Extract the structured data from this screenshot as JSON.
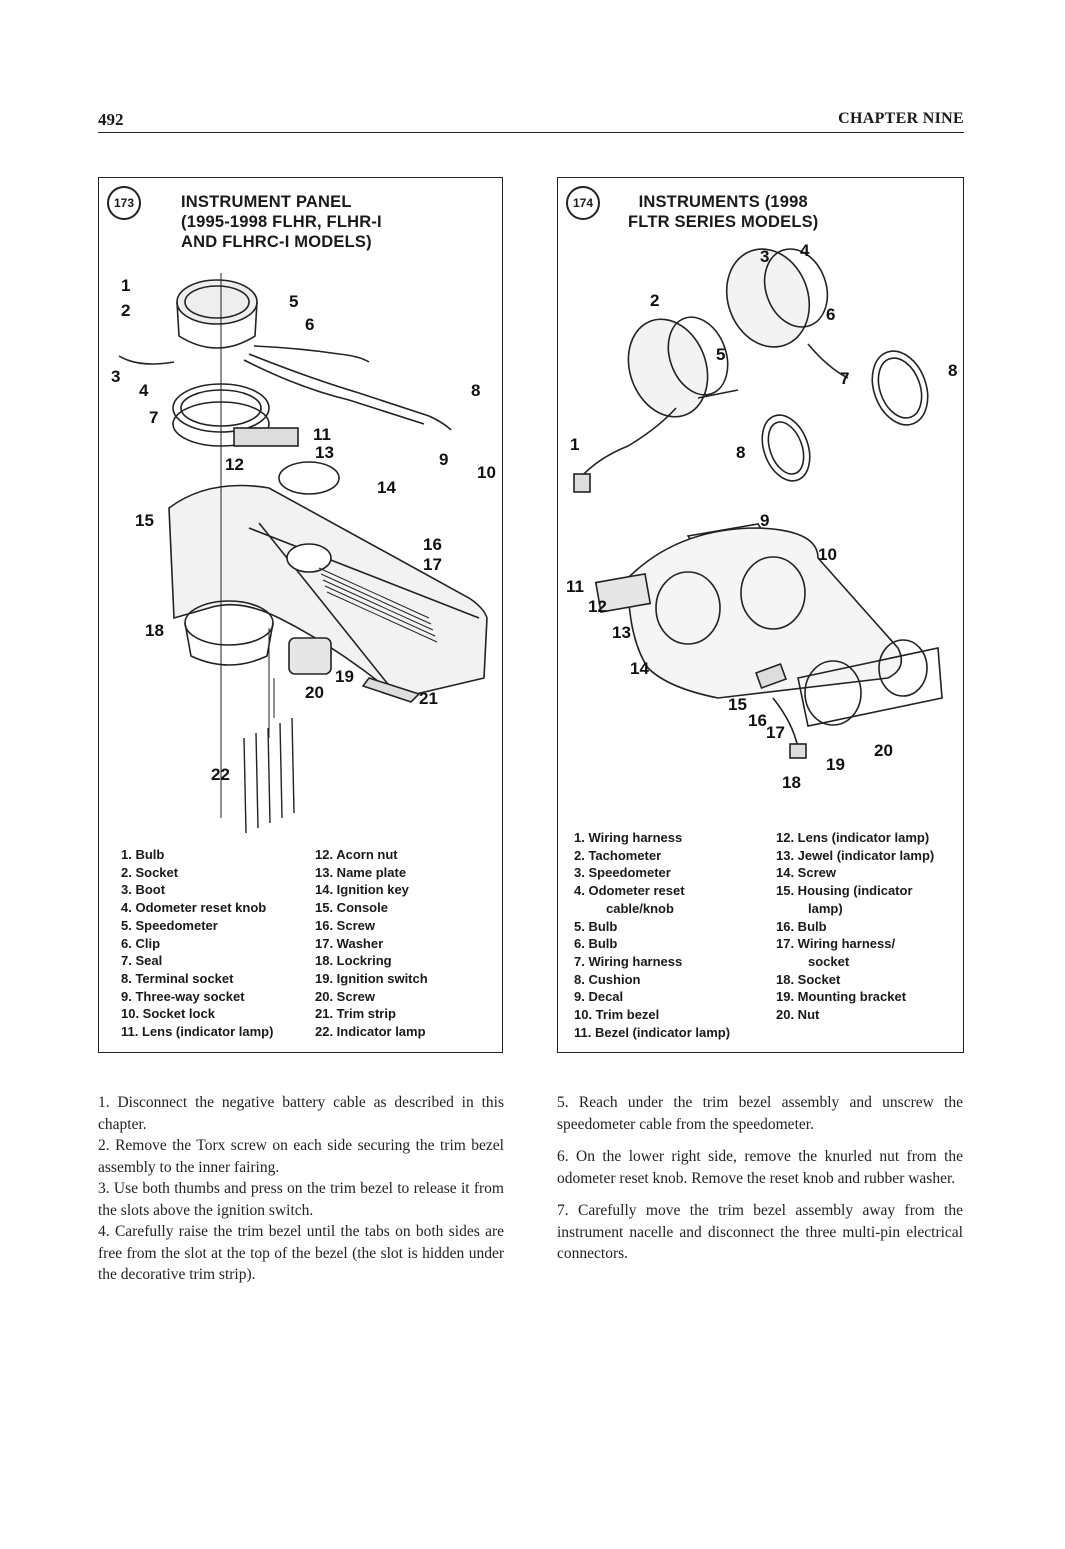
{
  "header": {
    "page_number": "492",
    "chapter": "CHAPTER NINE"
  },
  "figure173": {
    "number": "173",
    "title_lines": [
      "INSTRUMENT PANEL",
      "(1995-1998 FLHR, FLHR-I",
      "AND FLHRC-I MODELS)"
    ],
    "callouts": [
      "1",
      "2",
      "3",
      "4",
      "5",
      "6",
      "7",
      "8",
      "9",
      "10",
      "11",
      "12",
      "13",
      "14",
      "15",
      "16",
      "17",
      "18",
      "19",
      "20",
      "21",
      "22"
    ],
    "legend_left": [
      "1. Bulb",
      "2. Socket",
      "3. Boot",
      "4. Odometer reset knob",
      "5. Speedometer",
      "6. Clip",
      "7. Seal",
      "8. Terminal socket",
      "9. Three-way socket",
      "10. Socket lock",
      "11. Lens (indicator lamp)"
    ],
    "legend_right": [
      "12. Acorn nut",
      "13. Name plate",
      "14. Ignition key",
      "15. Console",
      "16. Screw",
      "17. Washer",
      "18. Lockring",
      "19. Ignition switch",
      "20. Screw",
      "21. Trim strip",
      "22. Indicator lamp"
    ]
  },
  "figure174": {
    "number": "174",
    "title_lines": [
      "INSTRUMENTS (1998",
      "FLTR SERIES MODELS)"
    ],
    "callouts": [
      "1",
      "2",
      "3",
      "4",
      "5",
      "6",
      "7",
      "8",
      "8",
      "9",
      "10",
      "11",
      "12",
      "13",
      "14",
      "15",
      "16",
      "17",
      "18",
      "19",
      "20"
    ],
    "legend_left": [
      "1. Wiring harness",
      "2. Tachometer",
      "3. Speedometer",
      "4. Odometer reset",
      "cable/knob",
      "5. Bulb",
      "6. Bulb",
      "7. Wiring harness",
      "8. Cushion",
      "9. Decal",
      "10. Trim bezel",
      "11. Bezel (indicator lamp)"
    ],
    "legend_right": [
      "12. Lens (indicator lamp)",
      "13. Jewel (indicator lamp)",
      "14. Screw",
      "15. Housing (indicator",
      "lamp)",
      "16. Bulb",
      "17. Wiring harness/",
      "socket",
      "18. Socket",
      "19. Mounting bracket",
      "20. Nut"
    ]
  },
  "text_left": [
    "1. Disconnect the negative battery cable as described in this chapter.",
    "2. Remove the Torx screw on each side securing the trim bezel assembly to the inner fairing.",
    "3. Use both thumbs and press on the trim bezel to release it from the slots above the ignition switch.",
    "4. Carefully raise the trim bezel until the tabs on both sides are free from the slot at the top of the bezel (the slot is hidden under the decorative trim strip)."
  ],
  "text_right": [
    "5. Reach under the trim bezel assembly and unscrew the speedometer cable from the speedometer.",
    "6. On the lower right side, remove the knurled nut from the odometer reset knob. Remove the reset knob and rubber washer.",
    "7. Carefully move the trim bezel assembly away from the instrument nacelle and disconnect the three multi-pin electrical connectors."
  ]
}
